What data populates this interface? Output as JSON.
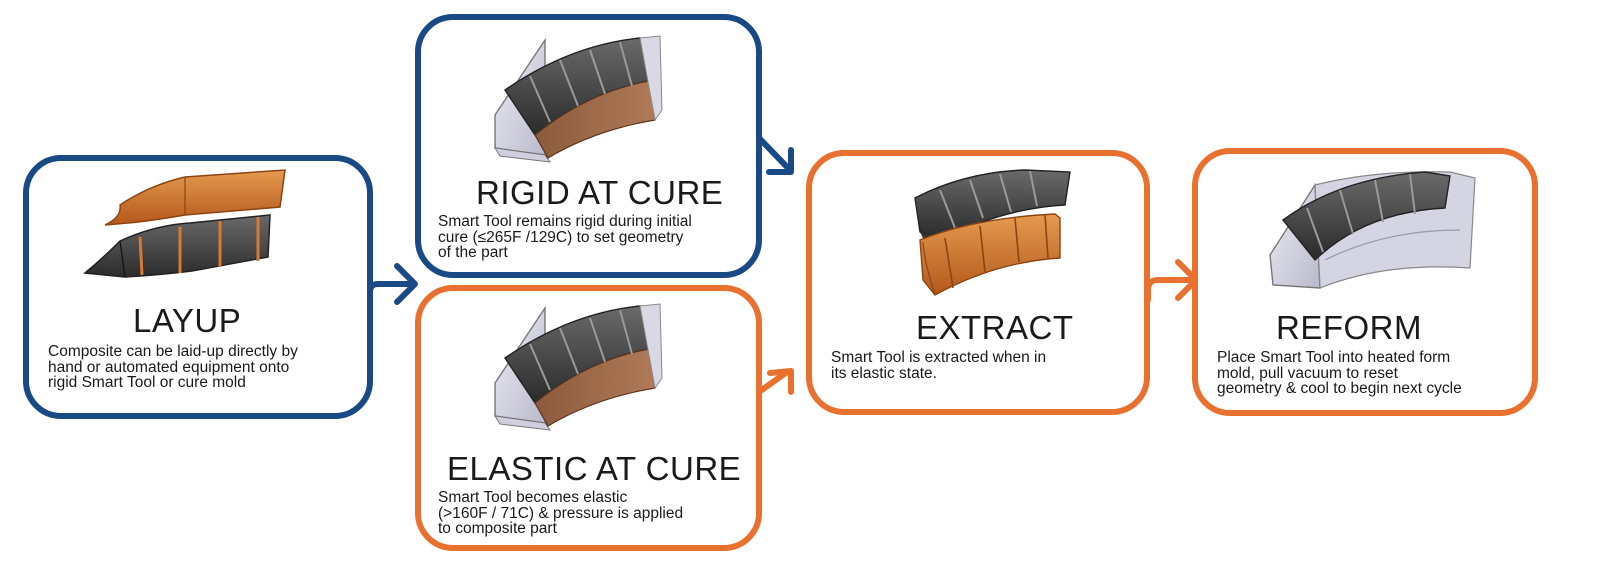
{
  "colors": {
    "blue": "#1a4a85",
    "orange": "#e8712f"
  },
  "steps": [
    {
      "id": "layup",
      "title": "LAYUP",
      "lines": [
        "Composite can be laid-up directly by",
        "hand or automated equipment  onto",
        "rigid Smart Tool or cure mold"
      ],
      "color": "blue",
      "illustration": "tool-with-composite-layup-icon"
    },
    {
      "id": "rigid",
      "title": "RIGID AT CURE",
      "lines": [
        "Smart Tool remains rigid during initial",
        "cure (≤265F /129C) to set geometry",
        "of the part"
      ],
      "color": "blue",
      "illustration": "smart-tool-in-mold-icon"
    },
    {
      "id": "elastic",
      "title": "ELASTIC AT CURE",
      "lines": [
        "Smart Tool becomes elastic",
        "(>160F / 71C) & pressure is applied",
        "to composite part"
      ],
      "color": "orange",
      "illustration": "smart-tool-in-mold-icon"
    },
    {
      "id": "extract",
      "title": "EXTRACT",
      "lines": [
        "Smart Tool is extracted when in",
        "its elastic state."
      ],
      "color": "orange",
      "illustration": "tool-separated-from-part-icon"
    },
    {
      "id": "reform",
      "title": "REFORM",
      "lines": [
        "Place Smart Tool into heated form",
        "mold, pull vacuum to reset",
        "geometry & cool to begin next cycle"
      ],
      "color": "orange",
      "illustration": "tool-in-form-mold-icon"
    }
  ]
}
